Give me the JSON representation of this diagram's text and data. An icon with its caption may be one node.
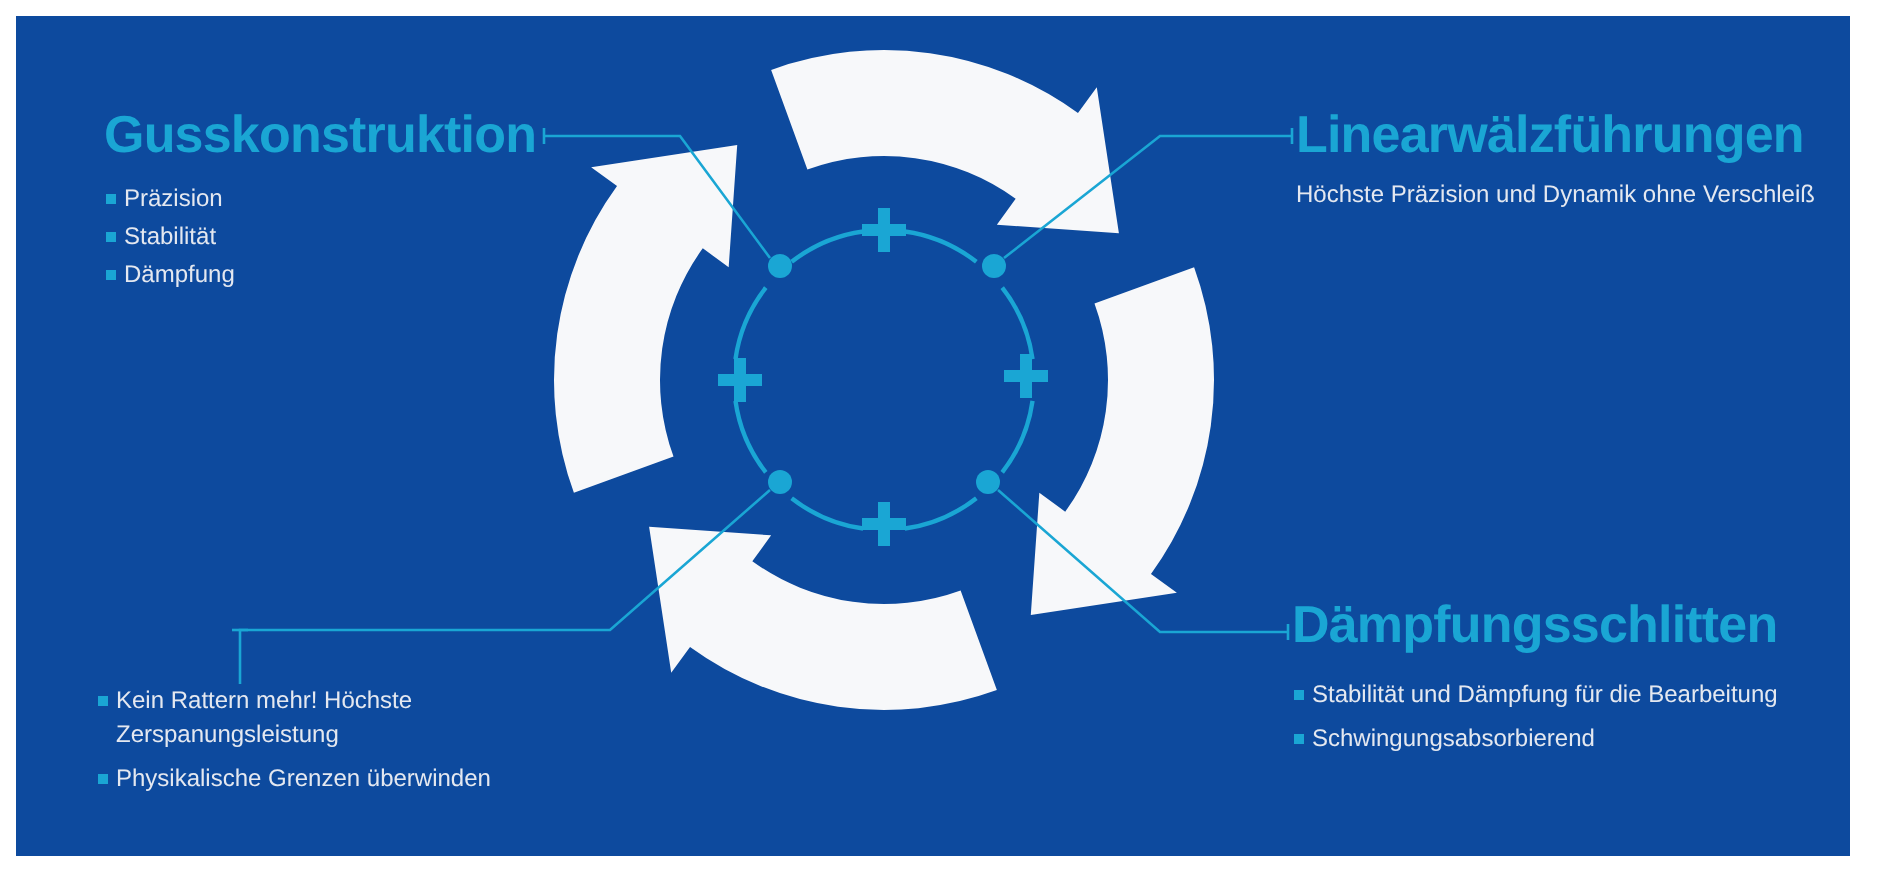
{
  "diagram": {
    "nodes": [
      {
        "text": [
          "Gusskonstruktion",
          "Präzision",
          "Stabilität",
          "Dämpfung"
        ]
      },
      {
        "text": [
          "Linearwälzführungen",
          "Höchste Präzision und Dynamik ohne Verschleiß"
        ]
      },
      {
        "text": [
          "Kein Rattern mehr! Höchste Zerspanungsleistung",
          "Physikalische Grenzen überwinden"
        ]
      },
      {
        "text": [
          "Dämpfungsschlitten",
          "Stabilität und Dämpfung für die Bearbeitung",
          "Schwingungsabsorbierend"
        ]
      },
      {
        "text": [],
        "shape": "circle"
      },
      {
        "text": [],
        "shape": "circle"
      },
      {
        "text": [],
        "shape": "circle"
      },
      {
        "text": [],
        "shape": "circle"
      }
    ],
    "edges": [
      {
        "from": 0,
        "to": 4,
        "arrow": "none"
      },
      {
        "from": 1,
        "to": 5,
        "arrow": "none"
      },
      {
        "from": 2,
        "to": 6,
        "arrow": "none"
      },
      {
        "from": 3,
        "to": 7,
        "arrow": "none"
      }
    ]
  }
}
